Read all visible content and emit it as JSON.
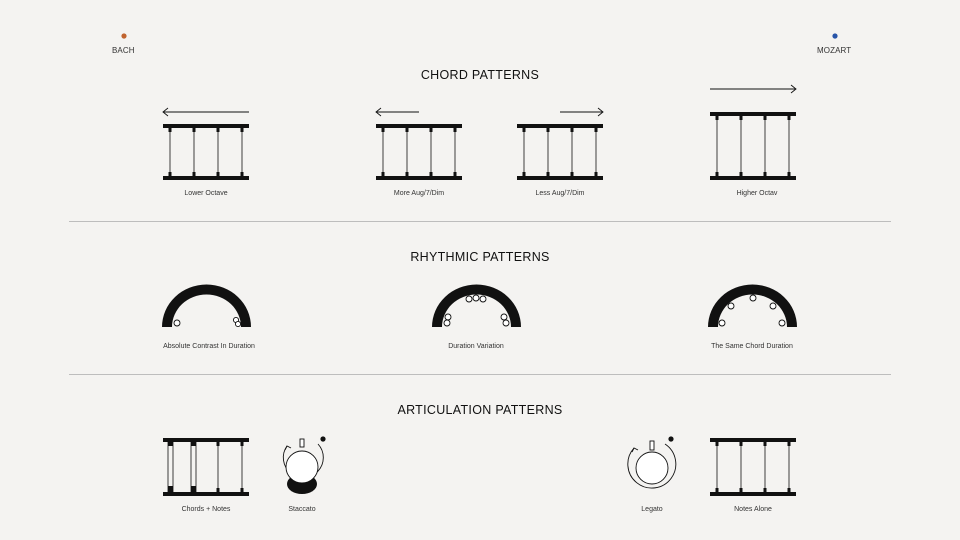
{
  "timeline": {
    "left_label": "BACH",
    "right_label": "MOZART",
    "left_color": "#c0632f",
    "right_color": "#2754a8"
  },
  "sections": {
    "chord": {
      "title": "CHORD PATTERNS",
      "items": [
        {
          "label": "Lower Octave",
          "arrow": "left"
        },
        {
          "label": "More Aug/7/Dim",
          "arrow": "left"
        },
        {
          "label": "Less Aug/7/Dim",
          "arrow": "right"
        },
        {
          "label": "Higher Octav",
          "arrow": "right"
        }
      ]
    },
    "rhythmic": {
      "title": "RHYTHMIC PATTERNS",
      "items": [
        {
          "label": "Absolute Contrast In Duration"
        },
        {
          "label": "Duration Variation"
        },
        {
          "label": "The Same Chord Duration"
        }
      ]
    },
    "articulation": {
      "title": "ARTICULATION PATTERNS",
      "items": [
        {
          "label": "Chords + Notes",
          "icon": "ladder-thick-icon"
        },
        {
          "label": "Staccato",
          "icon": "staccato-icon"
        },
        {
          "label": "Legato",
          "icon": "legato-icon"
        },
        {
          "label": "Notes Alone",
          "icon": "ladder-icon"
        }
      ]
    }
  }
}
